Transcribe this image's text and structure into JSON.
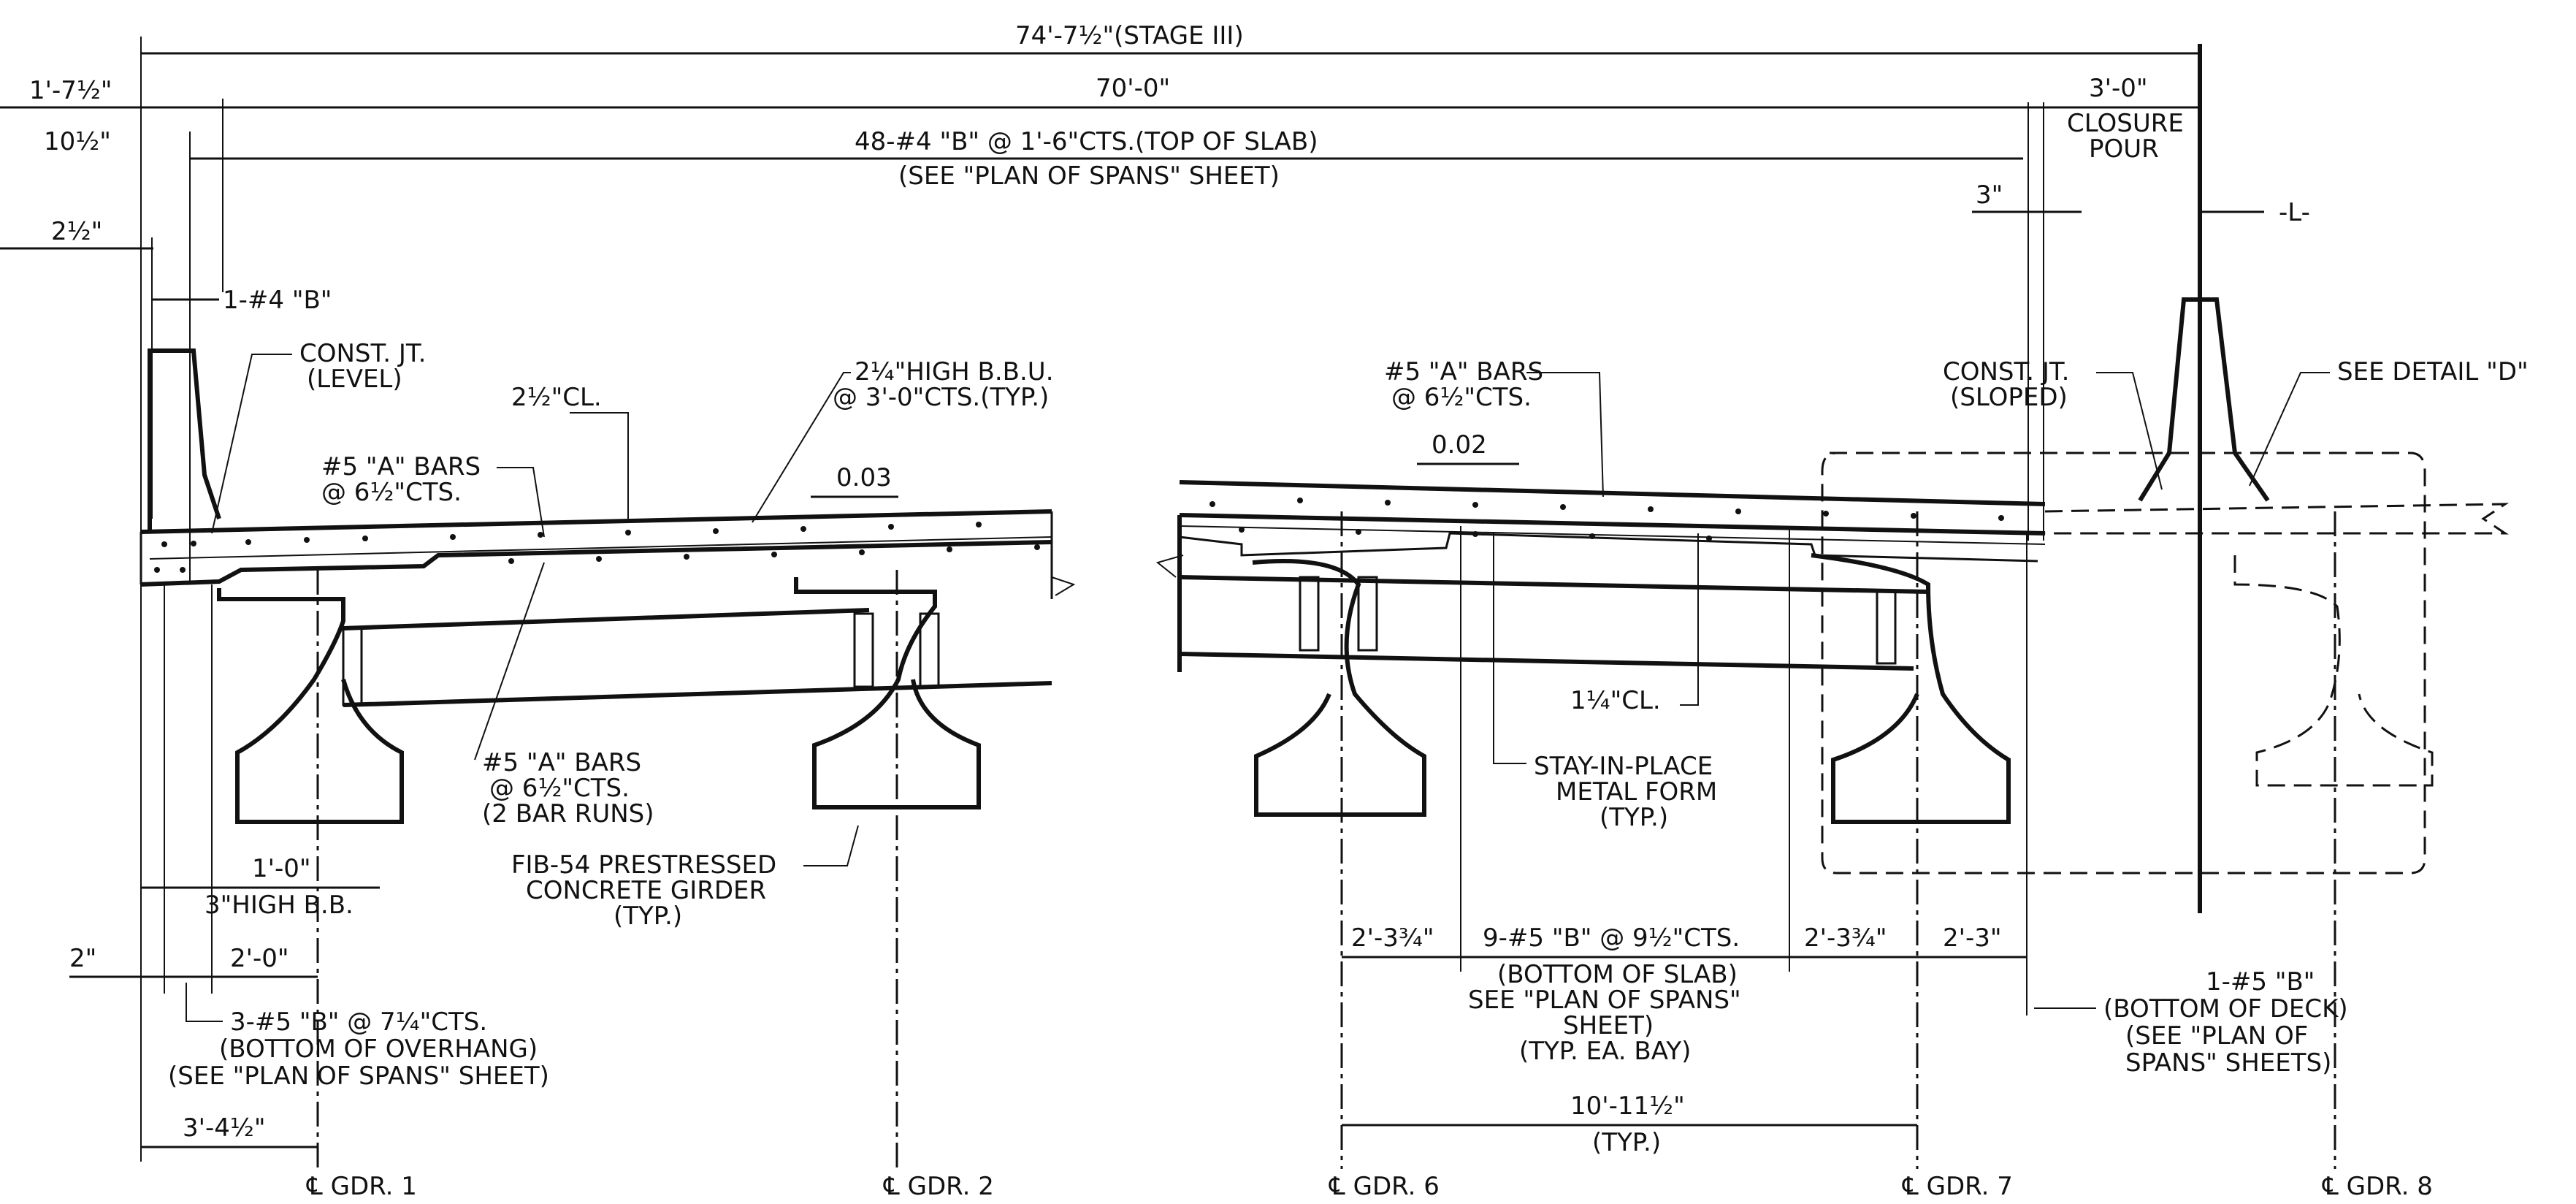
{
  "dimensions": {
    "overall_stage": "74'-7½\"(STAGE III)",
    "overhang_left": "1'-7½\"",
    "slab_width": "70'-0\"",
    "closure_width": "3'-0\"",
    "closure_label_1": "CLOSURE",
    "closure_label_2": "POUR",
    "top_bars_1": "48-#4 \"B\" @ 1'-6\"CTS.(TOP OF SLAB)",
    "top_bars_2": "(SEE \"PLAN OF SPANS\" SHEET)",
    "dim_10_5": "10½\"",
    "dim_2_5": "2½\"",
    "dim_3": "3\"",
    "baseline_label": "-L-",
    "bar_1_4b": "1-#4 \"B\"",
    "bay_bottom": "10'-11½\"",
    "bay_typ": "(TYP.)"
  },
  "notes_left": {
    "const_jt_1": "CONST. JT.",
    "const_jt_2": "(LEVEL)",
    "cl_2_5": "2½\"CL.",
    "bbu_1": "2¼\"HIGH B.B.U.",
    "bbu_2": "@ 3'-0\"CTS.(TYP.)",
    "a_bars_1": "#5 \"A\" BARS",
    "a_bars_2": "@ 6½\"CTS.",
    "slope_left": "0.03",
    "a_bars_low_1": "#5 \"A\" BARS",
    "a_bars_low_2": "@ 6½\"CTS.",
    "a_bars_low_3": "(2 BAR RUNS)",
    "fib_1": "FIB-54 PRESTRESSED",
    "fib_2": "CONCRETE GIRDER",
    "fib_3": "(TYP.)",
    "one_ft": "1'-0\"",
    "bb_high": "3\"HIGH B.B.",
    "dim_2in": "2\"",
    "dim_2ft": "2'-0\"",
    "bot_bars_1": "3-#5 \"B\" @ 7¼\"CTS.",
    "bot_bars_2": "(BOTTOM OF OVERHANG)",
    "bot_bars_3": "(SEE \"PLAN OF SPANS\" SHEET)",
    "dim_3_4_5": "3'-4½\""
  },
  "notes_right": {
    "a_bars_1": "#5 \"A\" BARS",
    "a_bars_2": "@ 6½\"CTS.",
    "slope_right": "0.02",
    "const_jt_1": "CONST. JT.",
    "const_jt_2": "(SLOPED)",
    "detail_d": "SEE DETAIL \"D\"",
    "cl_1_25": "1¼\"CL.",
    "sip_1": "STAY-IN-PLACE",
    "sip_2": "METAL FORM",
    "sip_3": "(TYP.)",
    "d_2_3_75a": "2'-3¾\"",
    "b_bars": "9-#5 \"B\" @ 9½\"CTS.",
    "d_2_3_75b": "2'-3¾\"",
    "d_2_3": "2'-3\"",
    "bs_1": "(BOTTOM OF SLAB)",
    "bs_2": "SEE \"PLAN OF SPANS\"",
    "bs_3": "SHEET)",
    "bs_4": "(TYP. EA. BAY)",
    "deck_1": "1-#5 \"B\"",
    "deck_2": "(BOTTOM OF DECK)",
    "deck_3": "(SEE \"PLAN OF",
    "deck_4": "SPANS\" SHEETS)"
  },
  "girders": [
    "℄ GDR. 1",
    "℄ GDR. 2",
    "℄ GDR. 6",
    "℄ GDR. 7",
    "℄ GDR. 8"
  ]
}
